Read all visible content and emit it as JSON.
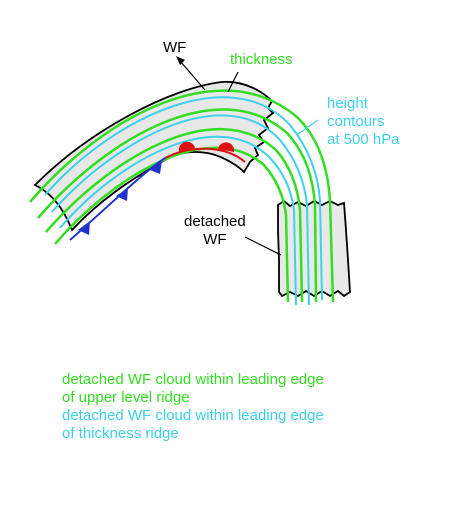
{
  "labels": {
    "wf": "WF",
    "thickness": "thickness",
    "height_line1": "height",
    "height_line2": "contours",
    "height_line3": "at 500 hPa",
    "detached_line1": "detached",
    "detached_line2": "WF"
  },
  "caption": {
    "line1": "detached WF cloud within leading edge",
    "line2": "of upper level ridge",
    "line3": "detached WF cloud within leading edge",
    "line4": "of thickness ridge"
  },
  "colors": {
    "thickness": "#33dd22",
    "height_contours": "#3fd0ea",
    "cloud_outline": "#000000",
    "cloud_fill": "#e8e8e8",
    "cold_front": "#2233cc",
    "warm_front": "#dd1111"
  }
}
